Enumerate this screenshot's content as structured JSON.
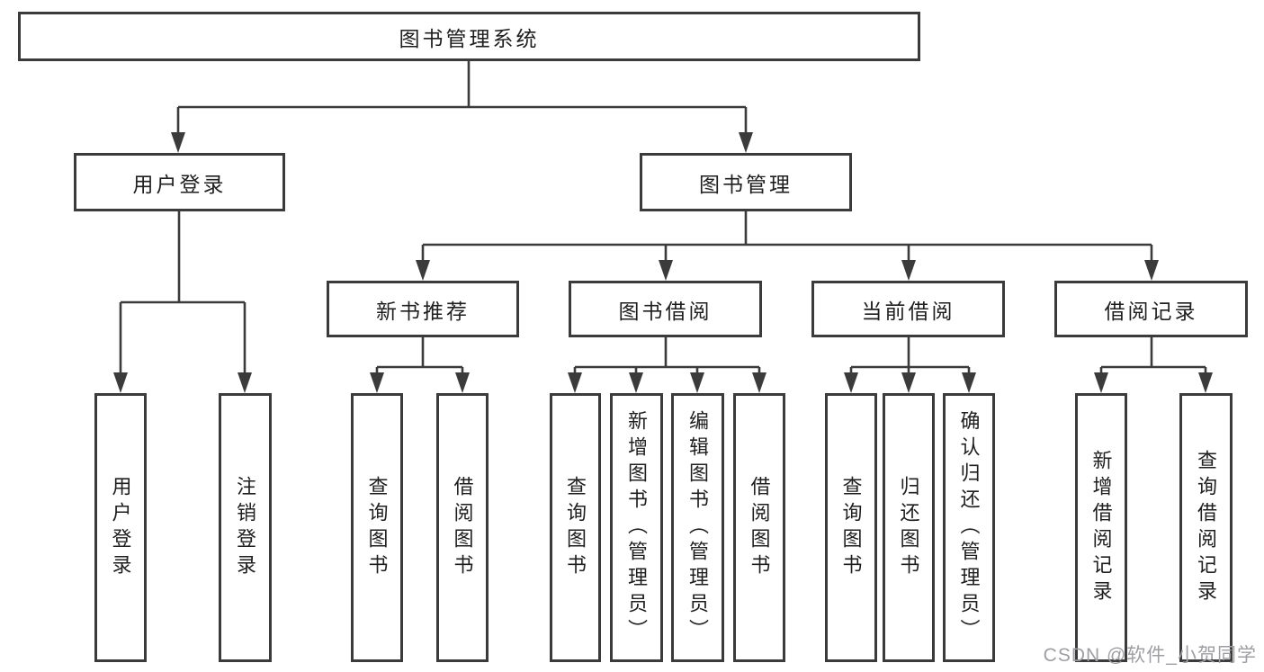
{
  "colors": {
    "line": "#3b3b3b",
    "text": "#1f1f1f",
    "background": "#ffffff",
    "watermark": "#9e9ea3"
  },
  "watermark": {
    "text": "CSDN @软件_小贺同学"
  },
  "tree": {
    "root": "图书管理系统",
    "branches": [
      {
        "label": "用户登录",
        "children": [
          "用户登录",
          "注销登录"
        ]
      },
      {
        "label": "图书管理",
        "groups": [
          {
            "label": "新书推荐",
            "children": [
              "查询图书",
              "借阅图书"
            ]
          },
          {
            "label": "图书借阅",
            "children": [
              "查询图书",
              "新增图书（管理员）",
              "编辑图书（管理员）",
              "借阅图书"
            ]
          },
          {
            "label": "当前借阅",
            "children": [
              "查询图书",
              "归还图书",
              "确认归还（管理员）"
            ]
          },
          {
            "label": "借阅记录",
            "children": [
              "新增借阅记录",
              "查询借阅记录"
            ]
          }
        ]
      }
    ]
  }
}
